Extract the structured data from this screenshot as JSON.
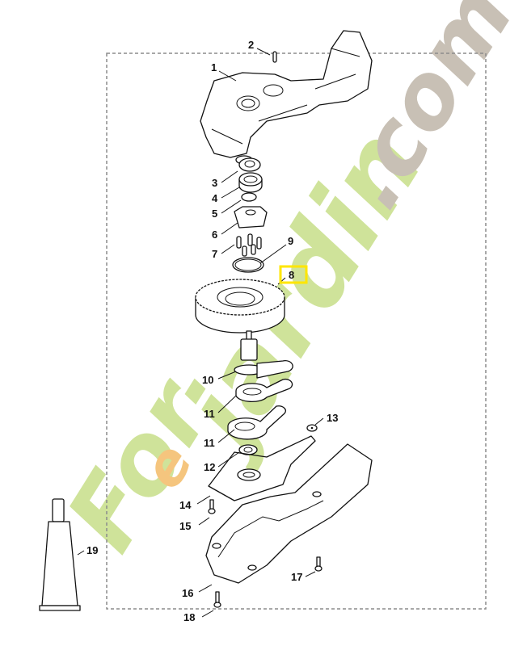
{
  "diagram": {
    "type": "exploded-parts-diagram",
    "highlight": {
      "label": "8",
      "color": "#FFE600"
    },
    "callouts": [
      {
        "id": "1",
        "part": "gear-housing"
      },
      {
        "id": "2",
        "part": "pin"
      },
      {
        "id": "3",
        "part": "seal-ring"
      },
      {
        "id": "4",
        "part": "ball-bearing"
      },
      {
        "id": "5",
        "part": "circlip"
      },
      {
        "id": "6",
        "part": "drive-dog"
      },
      {
        "id": "7",
        "part": "rollers"
      },
      {
        "id": "8",
        "part": "spur-gear"
      },
      {
        "id": "9",
        "part": "o-ring"
      },
      {
        "id": "10",
        "part": "eccentric-shaft"
      },
      {
        "id": "11",
        "part": "connecting-link"
      },
      {
        "id": "11b",
        "label": "11",
        "part": "connecting-link"
      },
      {
        "id": "12",
        "part": "bearing-and-seal"
      },
      {
        "id": "13",
        "part": "washer"
      },
      {
        "id": "14",
        "part": "gasket"
      },
      {
        "id": "15",
        "part": "screw"
      },
      {
        "id": "16",
        "part": "gear-cover"
      },
      {
        "id": "17",
        "part": "screw"
      },
      {
        "id": "18",
        "part": "screw"
      },
      {
        "id": "19",
        "part": "grease-tube"
      }
    ],
    "watermark": {
      "text_green": "Foretjardin",
      "text_gray": ".com",
      "green": "#C9DE8C",
      "orange": "#F5C57E",
      "gray": "#C8C0B5"
    },
    "frame_color": "#8C8C8C"
  }
}
